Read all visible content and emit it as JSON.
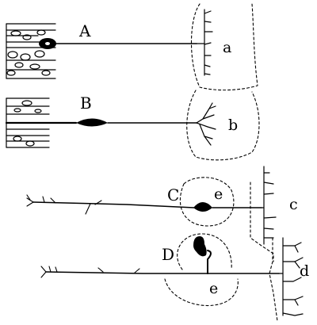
{
  "labels": {
    "A": "A",
    "a": "a",
    "B": "B",
    "b": "b",
    "C": "C",
    "e_upper": "e",
    "c": "c",
    "D": "D",
    "e_lower": "e",
    "d": "d"
  }
}
